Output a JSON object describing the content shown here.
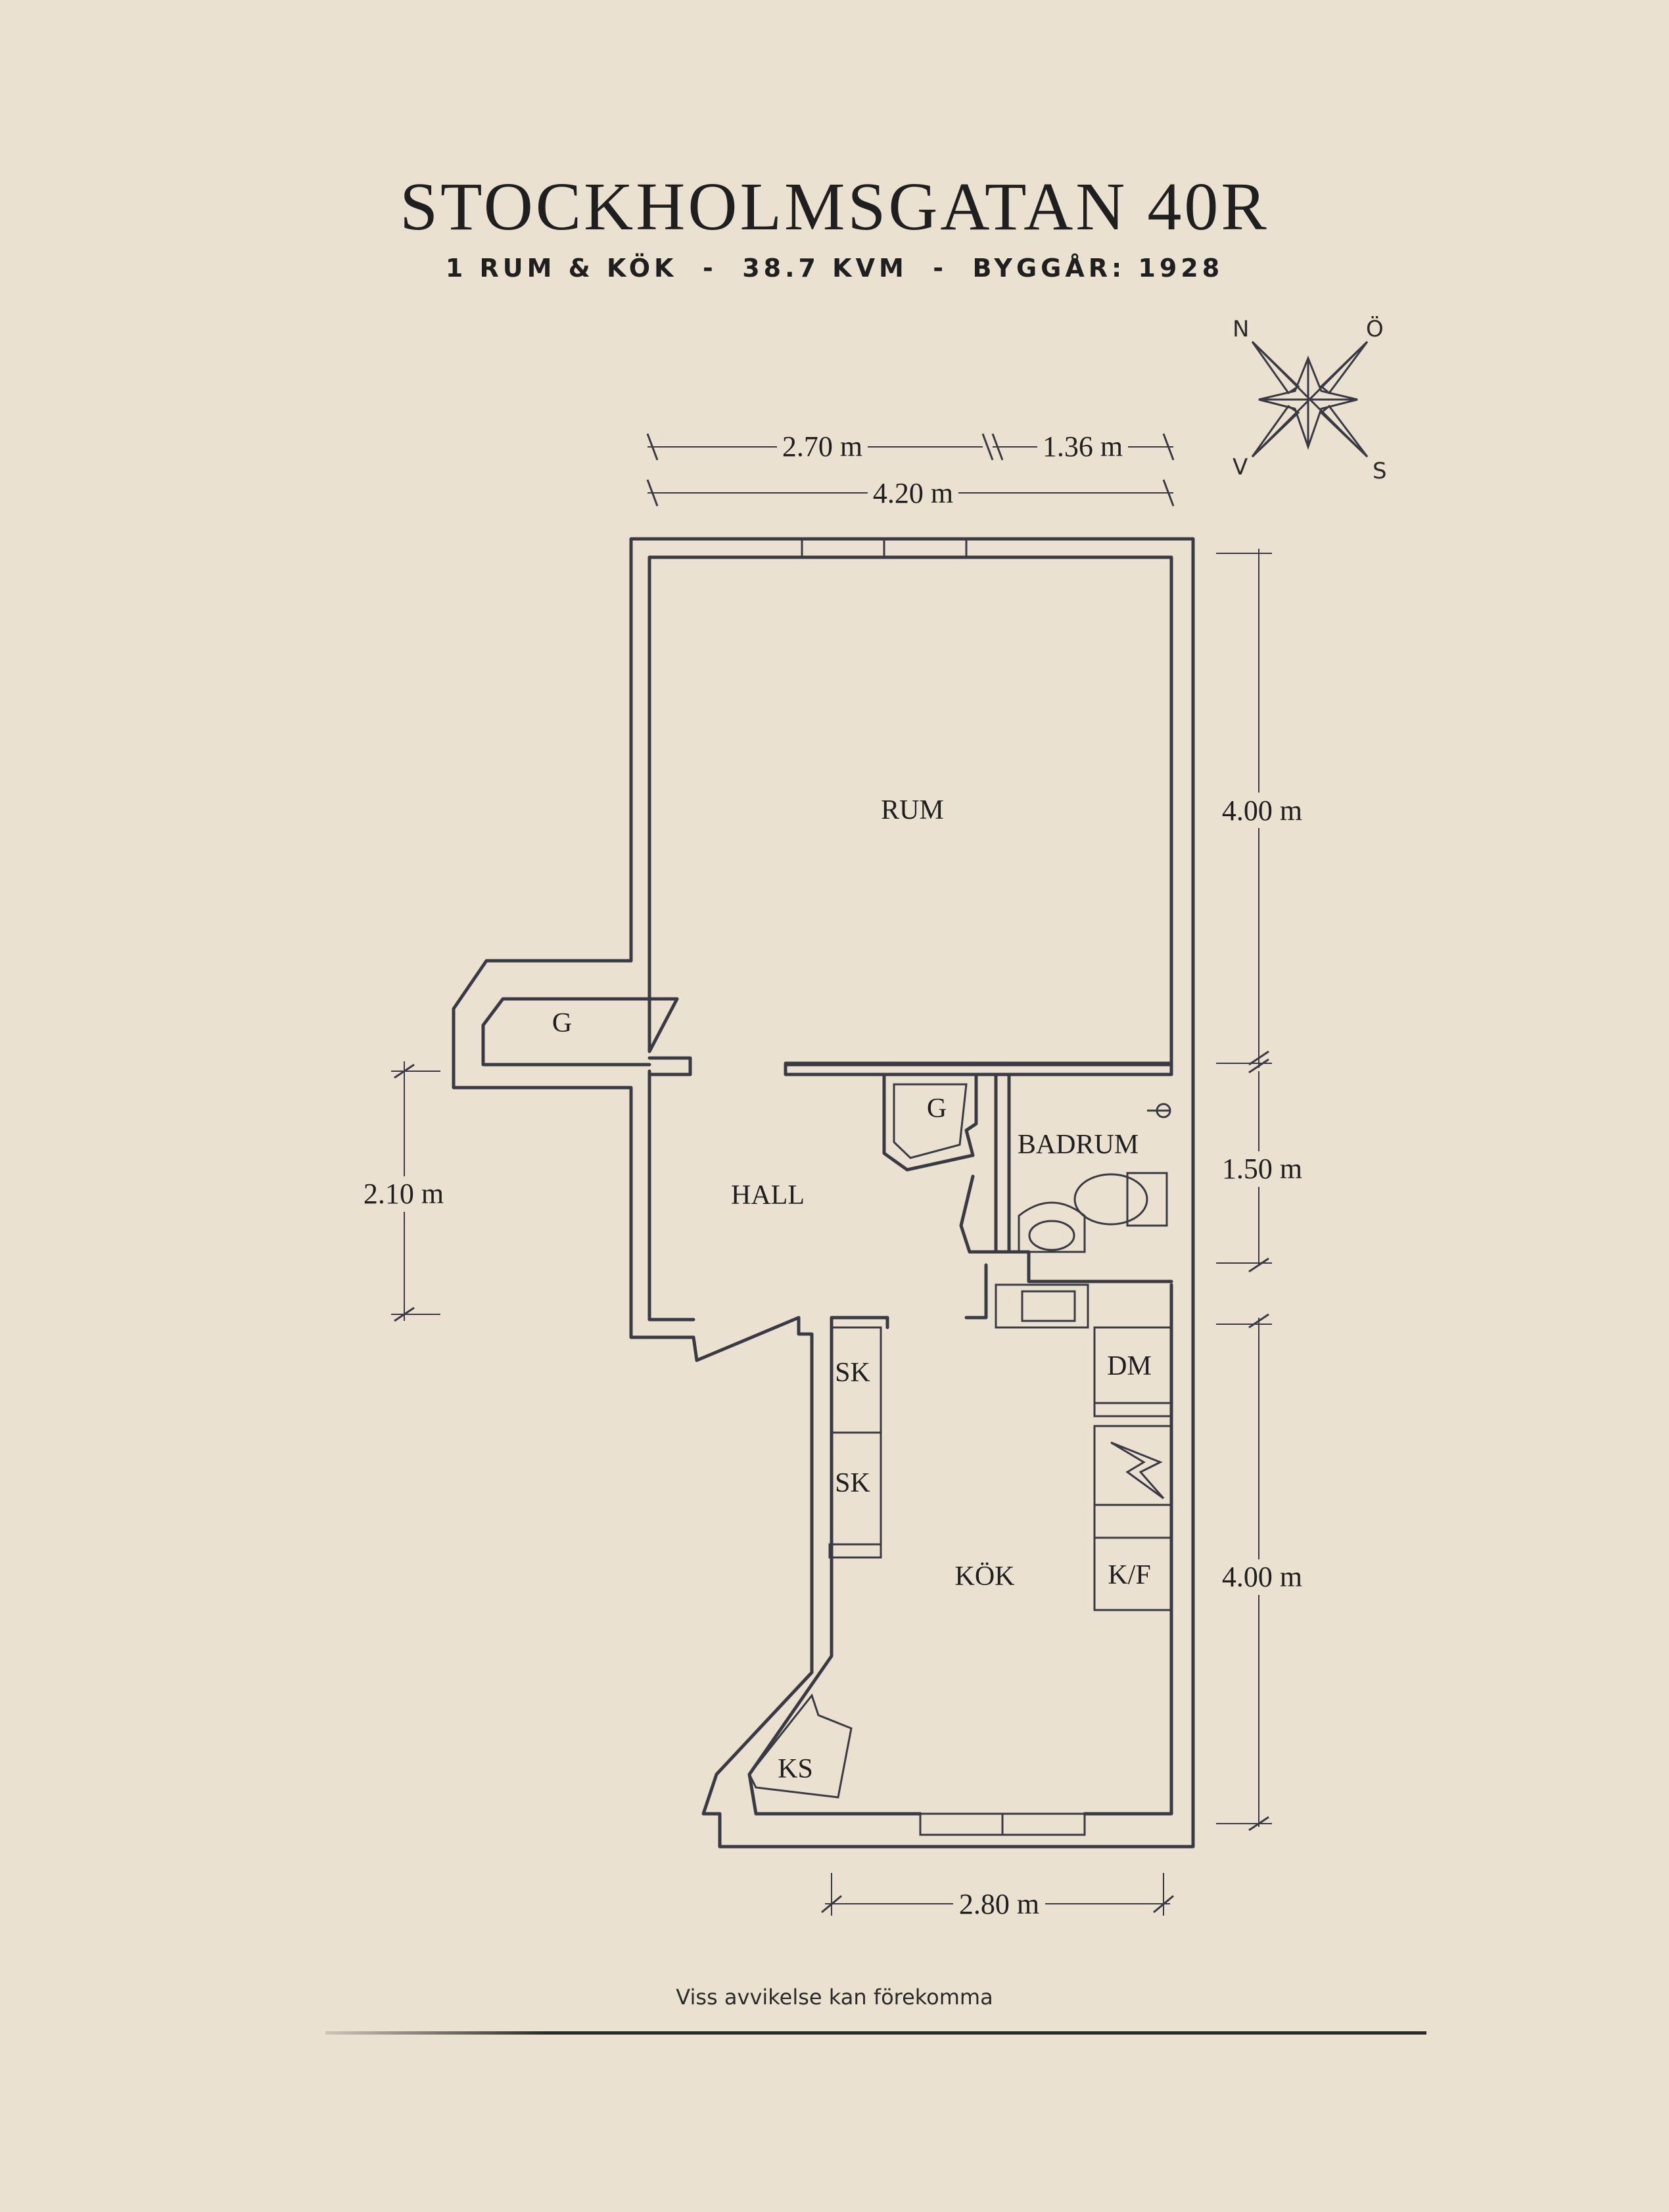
{
  "header": {
    "title": "STOCKHOLMSGATAN 40R",
    "subtitle": "1 RUM & KÖK  -  38.7 KVM  -  BYGGÅR: 1928"
  },
  "compass": {
    "north": "N",
    "east": "Ö",
    "west": "V",
    "south": "S"
  },
  "rooms": {
    "rum": "RUM",
    "hall": "HALL",
    "badrum": "BADRUM",
    "kok": "KÖK",
    "closet_left": "G",
    "closet_center": "G",
    "cabinet_1": "SK",
    "cabinet_2": "SK",
    "dishwasher": "DM",
    "fridge_freezer": "K/F",
    "cold_storage": "KS"
  },
  "dimensions": {
    "top_left_width": "2.70 m",
    "top_right_width": "1.36 m",
    "total_width": "4.20 m",
    "rum_depth": "4.00 m",
    "badrum_depth": "1.50 m",
    "kok_depth": "4.00 m",
    "hall_depth": "2.10 m",
    "kok_width": "2.80 m"
  },
  "footer": {
    "disclaimer": "Viss avvikelse kan förekomma"
  }
}
